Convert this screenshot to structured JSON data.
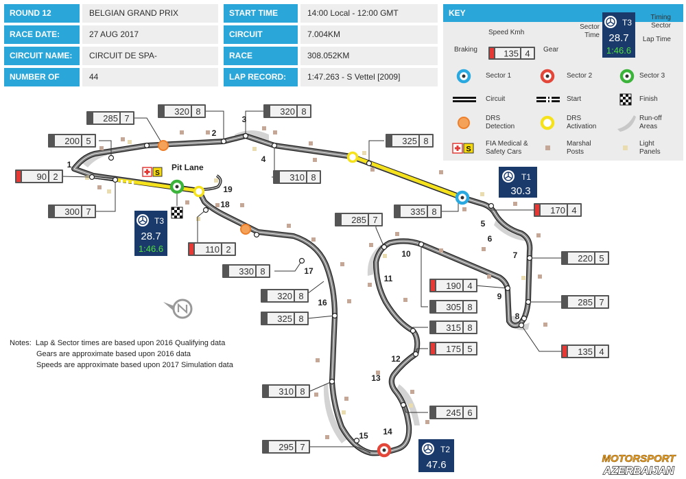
{
  "info_left": [
    {
      "label": "ROUND 12",
      "value": "BELGIAN GRAND PRIX"
    },
    {
      "label": "RACE DATE:",
      "value": "27 AUG 2017"
    },
    {
      "label": "CIRCUIT NAME:",
      "value": "CIRCUIT DE SPA-FRANCORCHAMPS"
    },
    {
      "label": "NUMBER OF LAPS:",
      "value": "44"
    }
  ],
  "info_right": [
    {
      "label": "START TIME",
      "value": "14:00 Local - 12:00 GMT"
    },
    {
      "label": "CIRCUIT LENGTH:",
      "value": "7.004KM"
    },
    {
      "label": "RACE DISTANCE:",
      "value": "308.052KM"
    },
    {
      "label": "LAP RECORD:",
      "value": "1:47.263 - S Vettel [2009]"
    }
  ],
  "key": {
    "title": "KEY",
    "speed_label": "Speed Kmh",
    "braking_label": "Braking",
    "gear_label": "Gear",
    "sample_speed": "135",
    "sample_gear": "4",
    "sector_time_label": "Sector Time",
    "timing_sector_label": "Timing Sector",
    "lap_time_label": "Lap Time",
    "sample_sector": "T3",
    "sample_sector_time": "28.7",
    "sample_lap_time": "1:46.6",
    "items": [
      {
        "label": "Sector 1"
      },
      {
        "label": "Sector 2"
      },
      {
        "label": "Sector 3"
      },
      {
        "label": "Circuit"
      },
      {
        "label": "Start"
      },
      {
        "label": "Finish"
      },
      {
        "label": "DRS Detection"
      },
      {
        "label": "DRS Activation"
      },
      {
        "label": "Run-off Areas"
      },
      {
        "label": "FIA Medical & Safety Cars"
      },
      {
        "label": "Marshal Posts"
      },
      {
        "label": "Light Panels"
      }
    ]
  },
  "colors": {
    "accent": "#2aa6d8",
    "sector1": "#29a9df",
    "sector2": "#e2473a",
    "sector3": "#3cb43c",
    "drs_detection": "#f08b36",
    "drs_activation": "#f5e21c",
    "brake": "#e53935",
    "panel_dark": "#1a3a6b",
    "timing_green": "#52e23c"
  },
  "pit_lane_label": "Pit Lane",
  "corners": [
    {
      "n": "1"
    },
    {
      "n": "2"
    },
    {
      "n": "3"
    },
    {
      "n": "4"
    },
    {
      "n": "5"
    },
    {
      "n": "6"
    },
    {
      "n": "7"
    },
    {
      "n": "8"
    },
    {
      "n": "9"
    },
    {
      "n": "10"
    },
    {
      "n": "11"
    },
    {
      "n": "12"
    },
    {
      "n": "13"
    },
    {
      "n": "14"
    },
    {
      "n": "15"
    },
    {
      "n": "16"
    },
    {
      "n": "17"
    },
    {
      "n": "18"
    },
    {
      "n": "19"
    }
  ],
  "speed_boxes": [
    {
      "speed": "285",
      "gear": "7",
      "brake": false
    },
    {
      "speed": "320",
      "gear": "8",
      "brake": false
    },
    {
      "speed": "320",
      "gear": "8",
      "brake": false
    },
    {
      "speed": "200",
      "gear": "5",
      "brake": false
    },
    {
      "speed": "90",
      "gear": "2",
      "brake": true
    },
    {
      "speed": "325",
      "gear": "8",
      "brake": false
    },
    {
      "speed": "300",
      "gear": "7",
      "brake": false
    },
    {
      "speed": "310",
      "gear": "8",
      "brake": false
    },
    {
      "speed": "335",
      "gear": "8",
      "brake": false
    },
    {
      "speed": "170",
      "gear": "4",
      "brake": true
    },
    {
      "speed": "110",
      "gear": "2",
      "brake": true
    },
    {
      "speed": "285",
      "gear": "7",
      "brake": false
    },
    {
      "speed": "220",
      "gear": "5",
      "brake": false
    },
    {
      "speed": "330",
      "gear": "8",
      "brake": false
    },
    {
      "speed": "190",
      "gear": "4",
      "brake": true
    },
    {
      "speed": "320",
      "gear": "8",
      "brake": false
    },
    {
      "speed": "285",
      "gear": "7",
      "brake": false
    },
    {
      "speed": "305",
      "gear": "8",
      "brake": false
    },
    {
      "speed": "325",
      "gear": "8",
      "brake": false
    },
    {
      "speed": "315",
      "gear": "8",
      "brake": false
    },
    {
      "speed": "175",
      "gear": "5",
      "brake": true
    },
    {
      "speed": "135",
      "gear": "4",
      "brake": true
    },
    {
      "speed": "310",
      "gear": "8",
      "brake": false
    },
    {
      "speed": "245",
      "gear": "6",
      "brake": false
    },
    {
      "speed": "295",
      "gear": "7",
      "brake": false
    }
  ],
  "sectors": [
    {
      "id": "T1",
      "time": "30.3",
      "lap": ""
    },
    {
      "id": "T2",
      "time": "47.6",
      "lap": ""
    },
    {
      "id": "T3",
      "time": "28.7",
      "lap": "1:46.6"
    }
  ],
  "notes": {
    "heading": "Notes:",
    "lines": [
      "Lap & Sector times are based upon 2016 Qualifying data",
      "Gears are approximate based upon 2016 data",
      "Speeds are approximate based upon 2017 Simulation data"
    ]
  },
  "brand": {
    "line1": "MOTORSPORT",
    "line2": "AZERBAIJAN"
  }
}
